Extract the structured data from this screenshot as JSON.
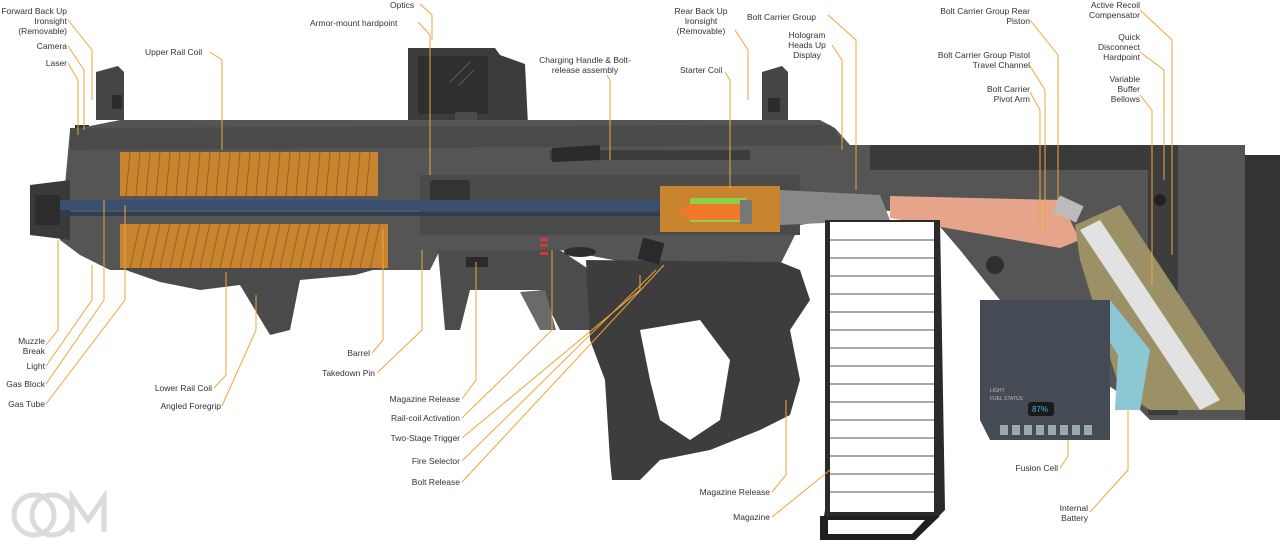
{
  "diagram": {
    "colors": {
      "leader": "#f0a63b",
      "body_dark": "#3f3f3f",
      "body_mid": "#555555",
      "body_light": "#6a6a6a",
      "coil": "#c8842f",
      "barrel": "#3a5070",
      "piston": "#e6a58a",
      "battery": "#8cc7d4",
      "compensator": "#9b9066",
      "round": "#ffffff",
      "display": "#39b6e6",
      "trigger_red": "#d9343a"
    },
    "labels": {
      "forward_ironsight": "Forward Back Up Ironsight (Removable)",
      "camera": "Camera",
      "laser": "Laser",
      "upper_rail_coil": "Upper Rail Coil",
      "optics": "Optics",
      "armor_mount": "Armor-mount hardpoint",
      "charging_handle": "Charging Handle & Bolt-release assembly",
      "starter_coil": "Starter Coil",
      "rear_ironsight": "Rear Back Up Ironsight (Removable)",
      "bolt_carrier_group": "Bolt Carrier Group",
      "hologram_hud": "Hologram Heads Up Display",
      "bcg_rear_piston": "Bolt Carrier Group Rear Piston",
      "bcg_pistol_channel": "Bolt Carrier Group Pistol Travel Channel",
      "bc_pivot_arm": "Bolt Carrier Pivot Arm",
      "active_recoil": "Active Recoil Compensator",
      "quick_disconnect": "Quick Disconnect Hardpoint",
      "variable_buffer": "Variable Buffer Bellows",
      "muzzle_break": "Muzzle Break",
      "light": "Light",
      "gas_block": "Gas Block",
      "gas_tube": "Gas Tube",
      "lower_rail_coil": "Lower Rail Coil",
      "angled_foregrip": "Angled Foregrip",
      "barrel": "Barrel",
      "takedown_pin": "Takedown Pin",
      "magazine_release_1": "Magazine Release",
      "rail_coil_activation": "Rail-coil Activation",
      "two_stage_trigger": "Two-Stage Trigger",
      "fire_selector": "Fire Selector",
      "bolt_release": "Bolt Release",
      "magazine_release_2": "Magazine Release",
      "magazine": "Magazine",
      "fusion_cell": "Fusion Cell",
      "internal_battery": "Internal Battery"
    },
    "fusion_display": {
      "light_text": "LIGHT",
      "status_text": "FUEL STATUS",
      "percent": "87%"
    },
    "logo_text": "COM"
  }
}
